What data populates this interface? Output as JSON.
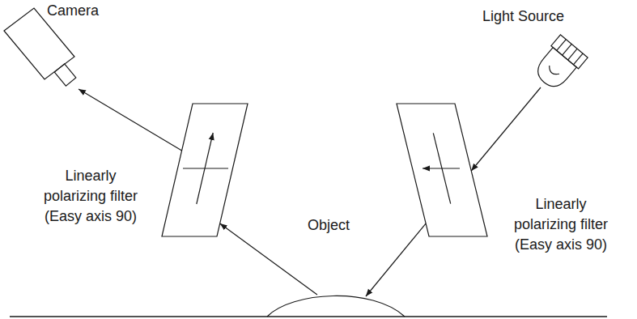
{
  "diagram": {
    "nodes": [
      {
        "text": [
          "Camera"
        ]
      },
      {
        "text": [
          "Light Source"
        ]
      },
      {
        "text": [
          "Linearly polarizing filter (Easy axis 90)"
        ]
      },
      {
        "text": [
          "Linearly polarizing filter (Easy axis 90)"
        ]
      },
      {
        "text": [
          "Object"
        ]
      }
    ],
    "edges": [
      {
        "from": 1,
        "to": 3,
        "arrow": "to"
      },
      {
        "from": 3,
        "to": 4,
        "arrow": "to"
      },
      {
        "from": 4,
        "to": 2,
        "arrow": "to"
      },
      {
        "from": 2,
        "to": 0,
        "arrow": "to"
      }
    ]
  }
}
